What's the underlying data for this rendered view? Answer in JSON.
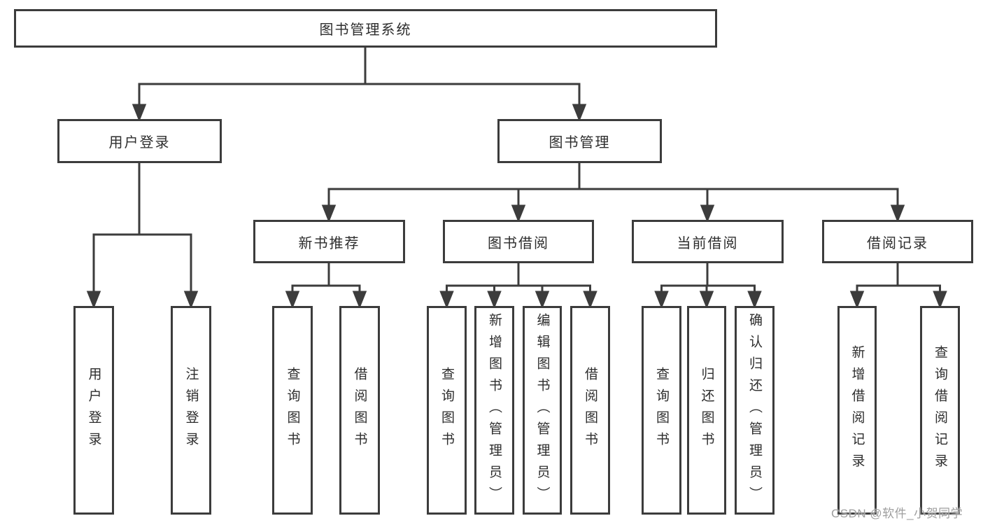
{
  "colors": {
    "line": "#3c3c3c",
    "text": "#2d2d2d",
    "watermark": "#9e9e9e",
    "background": "#ffffff"
  },
  "tree": {
    "root": {
      "label": "图书管理系统"
    },
    "branches": [
      {
        "label": "用户登录",
        "leaves": [
          "用户登录",
          "注销登录"
        ]
      },
      {
        "label": "图书管理",
        "groups": [
          {
            "label": "新书推荐",
            "leaves": [
              "查询图书",
              "借阅图书"
            ]
          },
          {
            "label": "图书借阅",
            "leaves": [
              "查询图书",
              "新增图书（管理员）",
              "编辑图书（管理员）",
              "借阅图书"
            ]
          },
          {
            "label": "当前借阅",
            "leaves": [
              "查询图书",
              "归还图书",
              "确认归还（管理员）"
            ]
          },
          {
            "label": "借阅记录",
            "leaves": [
              "新增借阅记录",
              "查询借阅记录"
            ]
          }
        ]
      }
    ]
  },
  "watermark": {
    "text": "CSDN @软件_小贺同学"
  }
}
